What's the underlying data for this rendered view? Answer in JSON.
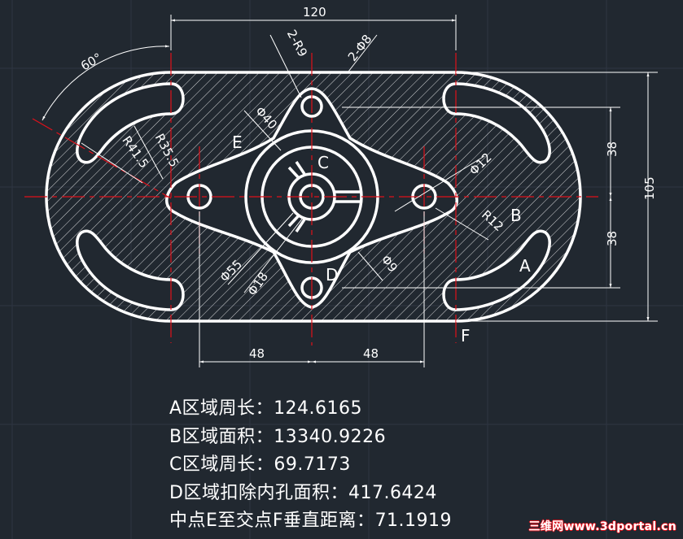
{
  "drawing": {
    "colors": {
      "background": "#212830",
      "grid": "#2e3642",
      "outline": "#ffffff",
      "centerline": "#e0101a",
      "dimension": "#ffffff"
    },
    "dimensions": {
      "top_width": "120",
      "angle": "60°",
      "r9": "2-R9",
      "d8": "2-Φ8",
      "d40": "Φ40",
      "r41_5": "R41.5",
      "r35_5": "R35.5",
      "d12": "Φ12",
      "r12": "R12",
      "d55": "Φ55",
      "d18": "Φ18",
      "d9": "Φ9",
      "h38_top": "38",
      "h38_bottom": "38",
      "h105": "105",
      "w48_left": "48",
      "w48_right": "48"
    },
    "labels": {
      "A": "A",
      "B": "B",
      "C": "C",
      "D": "D",
      "E": "E",
      "F": "F"
    }
  },
  "results": [
    {
      "label": "A区域周长：",
      "value": "124.6165"
    },
    {
      "label": "B区域面积：",
      "value": "13340.9226"
    },
    {
      "label": "C区域周长：",
      "value": "69.7173"
    },
    {
      "label": "D区域扣除内孔面积：",
      "value": "417.6424"
    },
    {
      "label": "中点E至交点F垂直距离：",
      "value": "71.1919"
    }
  ],
  "watermark": "三维网www.3dportal.cn"
}
